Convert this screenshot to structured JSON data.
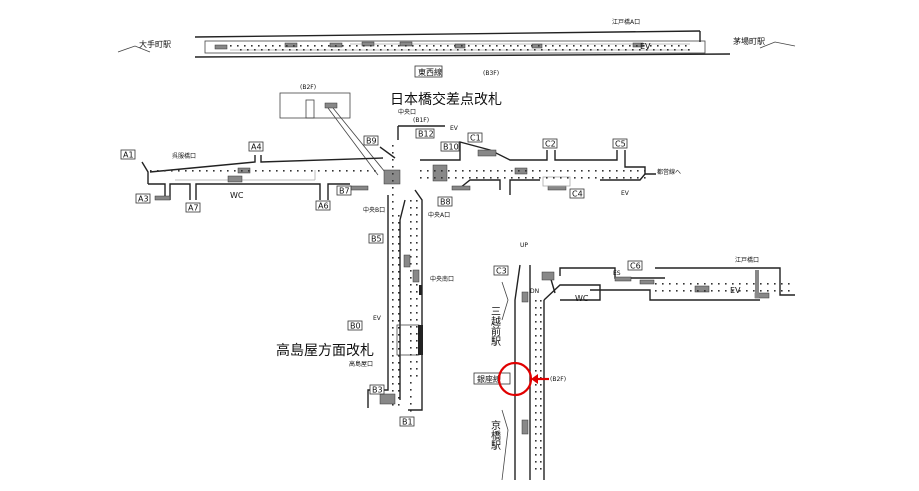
{
  "tozai": {
    "otemachi": "大手町駅",
    "kayabacho": "茅場町駅",
    "edobashi_a": "江戸橋A口",
    "line": "東西線",
    "floor": "(B3F)"
  },
  "b2f_top": "(B2F)",
  "nihonbashi_gate": "日本橋交差点改札",
  "chuo_exit": "中央口",
  "b1f": "(B1F)",
  "ev": "EV",
  "exits": {
    "A1": "A1",
    "A3": "A3",
    "A4": "A4",
    "A6": "A6",
    "A7": "A7",
    "B0": "B0",
    "B1": "B1",
    "B3": "B3",
    "B5": "B5",
    "B7": "B7",
    "B8": "B8",
    "B9": "B9",
    "B10": "B10",
    "B12": "B12",
    "C1": "C1",
    "C2": "C2",
    "C3": "C3",
    "C4": "C4",
    "C5": "C5",
    "C6": "C6"
  },
  "gofukubashi": "呉服橋口",
  "wc": "WC",
  "toei": "都営線へ",
  "chuo_b": "中央B口",
  "chuo_a": "中央A口",
  "chuo_south": "中央南口",
  "takashimaya_gate": "高島屋方面改札",
  "takashimaya_exit": "高島屋口",
  "edobashi": "江戸橋口",
  "mitsukoshimae": "三越前駅",
  "ginza": "銀座線",
  "kyobashi": "京橋駅",
  "b2f_ginza": "(B2F)",
  "marks": {
    "up": "UP",
    "dn": "DN",
    "es": "ES"
  },
  "colors": {
    "highlight": "#e00000"
  }
}
